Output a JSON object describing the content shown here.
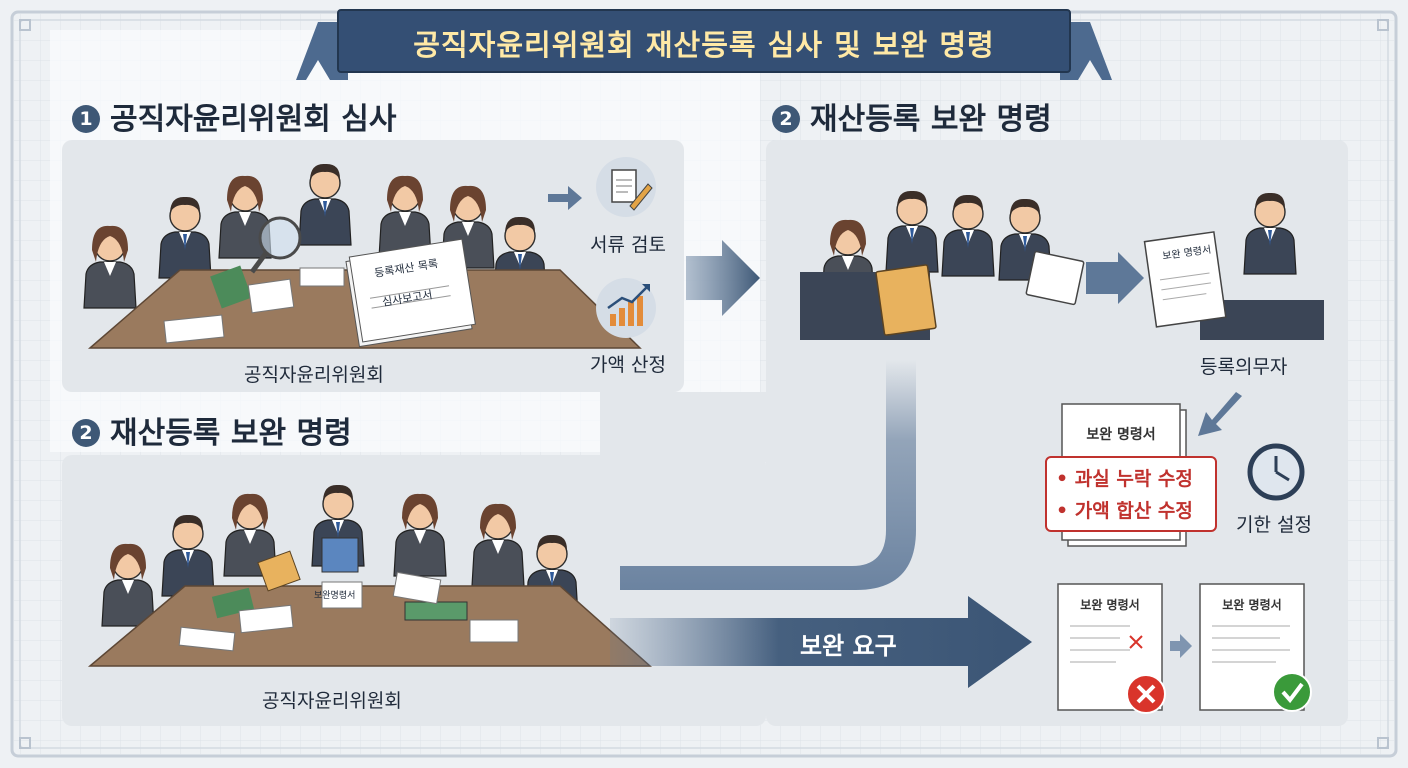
{
  "banner": {
    "title": "공직자윤리위원회 재산등록 심사 및 보완 명령"
  },
  "section1": {
    "number": "1",
    "title": "공직자윤리위원회 심사",
    "caption": "공직자윤리위원회",
    "doc1": "등록재산 목록",
    "doc2": "심사보고서",
    "step1": "서류 검토",
    "step2": "가액 산정"
  },
  "section2a": {
    "number": "2",
    "title": "재산등록 보완 명령",
    "caption": "등록의무자",
    "held_doc": "보완 명령서"
  },
  "section2b": {
    "number": "2",
    "title": "재산등록 보완 명령",
    "caption": "공직자윤리위원회",
    "table_doc": "보완명령서"
  },
  "order": {
    "title": "보완 명령서",
    "items": [
      "• 과실 누락 수정",
      "• 가액 합산 수정"
    ],
    "deadline": "기한 설정"
  },
  "request_arrow": "보완 요구",
  "result_docs": [
    {
      "title": "보완 명령서",
      "status": "rejected"
    },
    {
      "title": "보완 명령서",
      "status": "approved"
    }
  ],
  "colors": {
    "navy": "#3e5876",
    "banner": "#344f74",
    "accent_red": "#c0322e",
    "reject": "#d9342b",
    "approve": "#3a9a3a",
    "panel": "#e3e7eb"
  },
  "icons": [
    "document-pen-icon",
    "growth-chart-icon",
    "clock-icon",
    "x-mark-icon",
    "check-mark-icon",
    "magnifier-icon"
  ]
}
